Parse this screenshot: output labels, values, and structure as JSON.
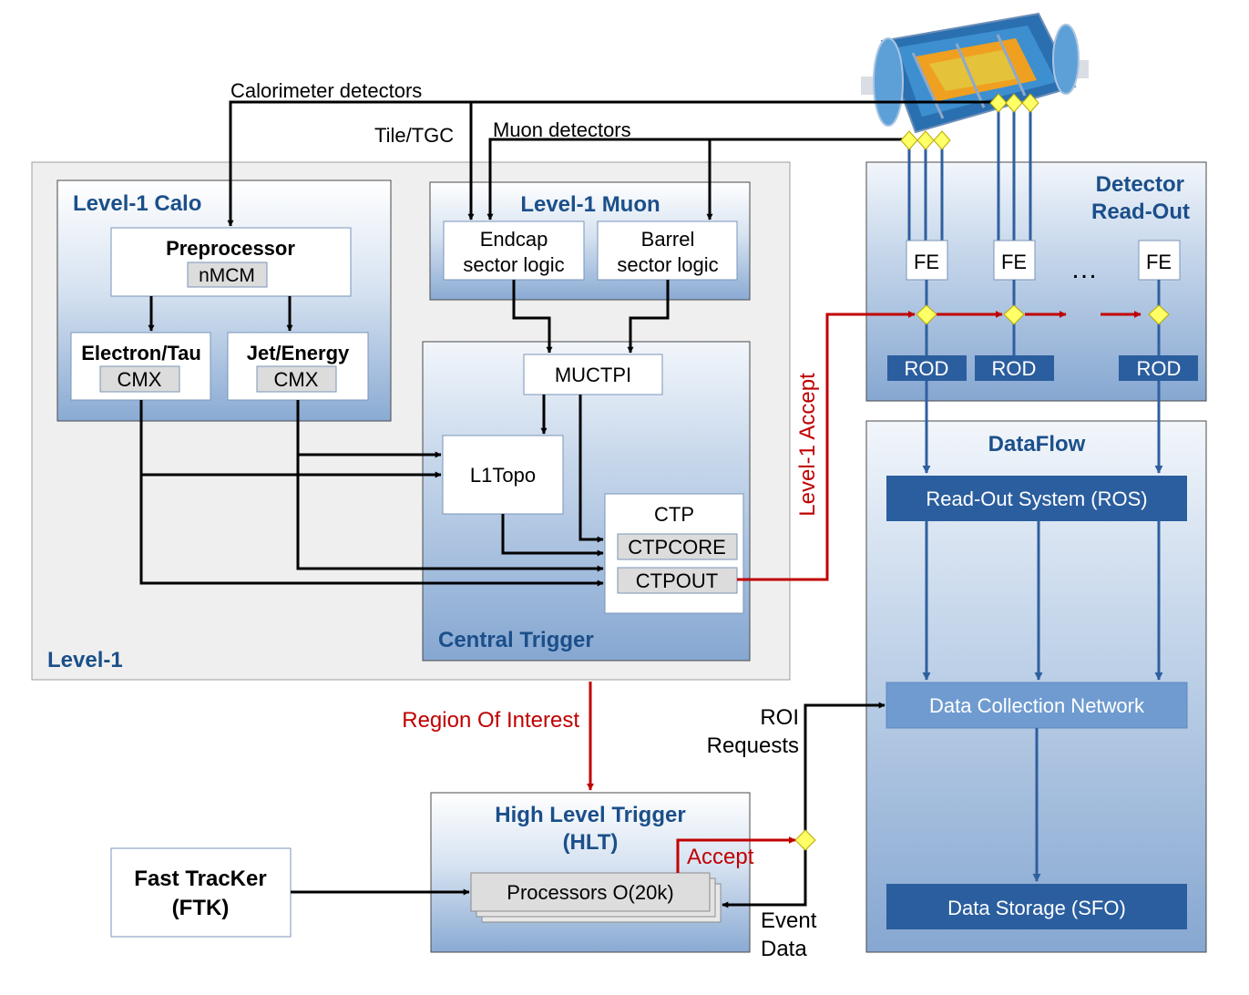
{
  "detector_labels": {
    "calorimeter": "Calorimeter detectors",
    "tile_tgc": "Tile/TGC",
    "muon": "Muon detectors"
  },
  "level1": {
    "title": "Level-1",
    "calo": {
      "title": "Level-1 Calo",
      "preprocessor": "Preprocessor",
      "nmcm": "nMCM",
      "electron_tau": "Electron/Tau",
      "jet_energy": "Jet/Energy",
      "cmx": "CMX"
    },
    "muon": {
      "title": "Level-1 Muon",
      "endcap": [
        "Endcap",
        "sector logic"
      ],
      "barrel": [
        "Barrel",
        "sector logic"
      ]
    },
    "central": {
      "title": "Central Trigger",
      "muctpi": "MUCTPI",
      "l1topo": "L1Topo",
      "ctp": "CTP",
      "ctpcore": "CTPCORE",
      "ctpout": "CTPOUT"
    }
  },
  "level1_accept": "Level-1 Accept",
  "readout": {
    "title": [
      "Detector",
      "Read-Out"
    ],
    "fe": "FE",
    "rod": "ROD",
    "ellipsis": "…"
  },
  "dataflow": {
    "title": "DataFlow",
    "ros": "Read-Out System (ROS)",
    "dcn": "Data Collection Network",
    "sfo": "Data Storage (SFO)"
  },
  "roi": "Region Of Interest",
  "roi_requests": [
    "ROI",
    "Requests"
  ],
  "hlt": {
    "title": [
      "High Level Trigger",
      "(HLT)"
    ],
    "processors": "Processors O(20k)",
    "accept": "Accept"
  },
  "event_data": [
    "Event",
    "Data"
  ],
  "ftk": [
    "Fast TracKer",
    "(FTK)"
  ],
  "colors": {
    "title_blue": "#1b4f8a",
    "box_dark": "#2b5e9e",
    "box_light": "#6f9bd0",
    "panel_grey": "#efefef",
    "accent_red": "#c00000",
    "diamond": "#ffff66"
  }
}
